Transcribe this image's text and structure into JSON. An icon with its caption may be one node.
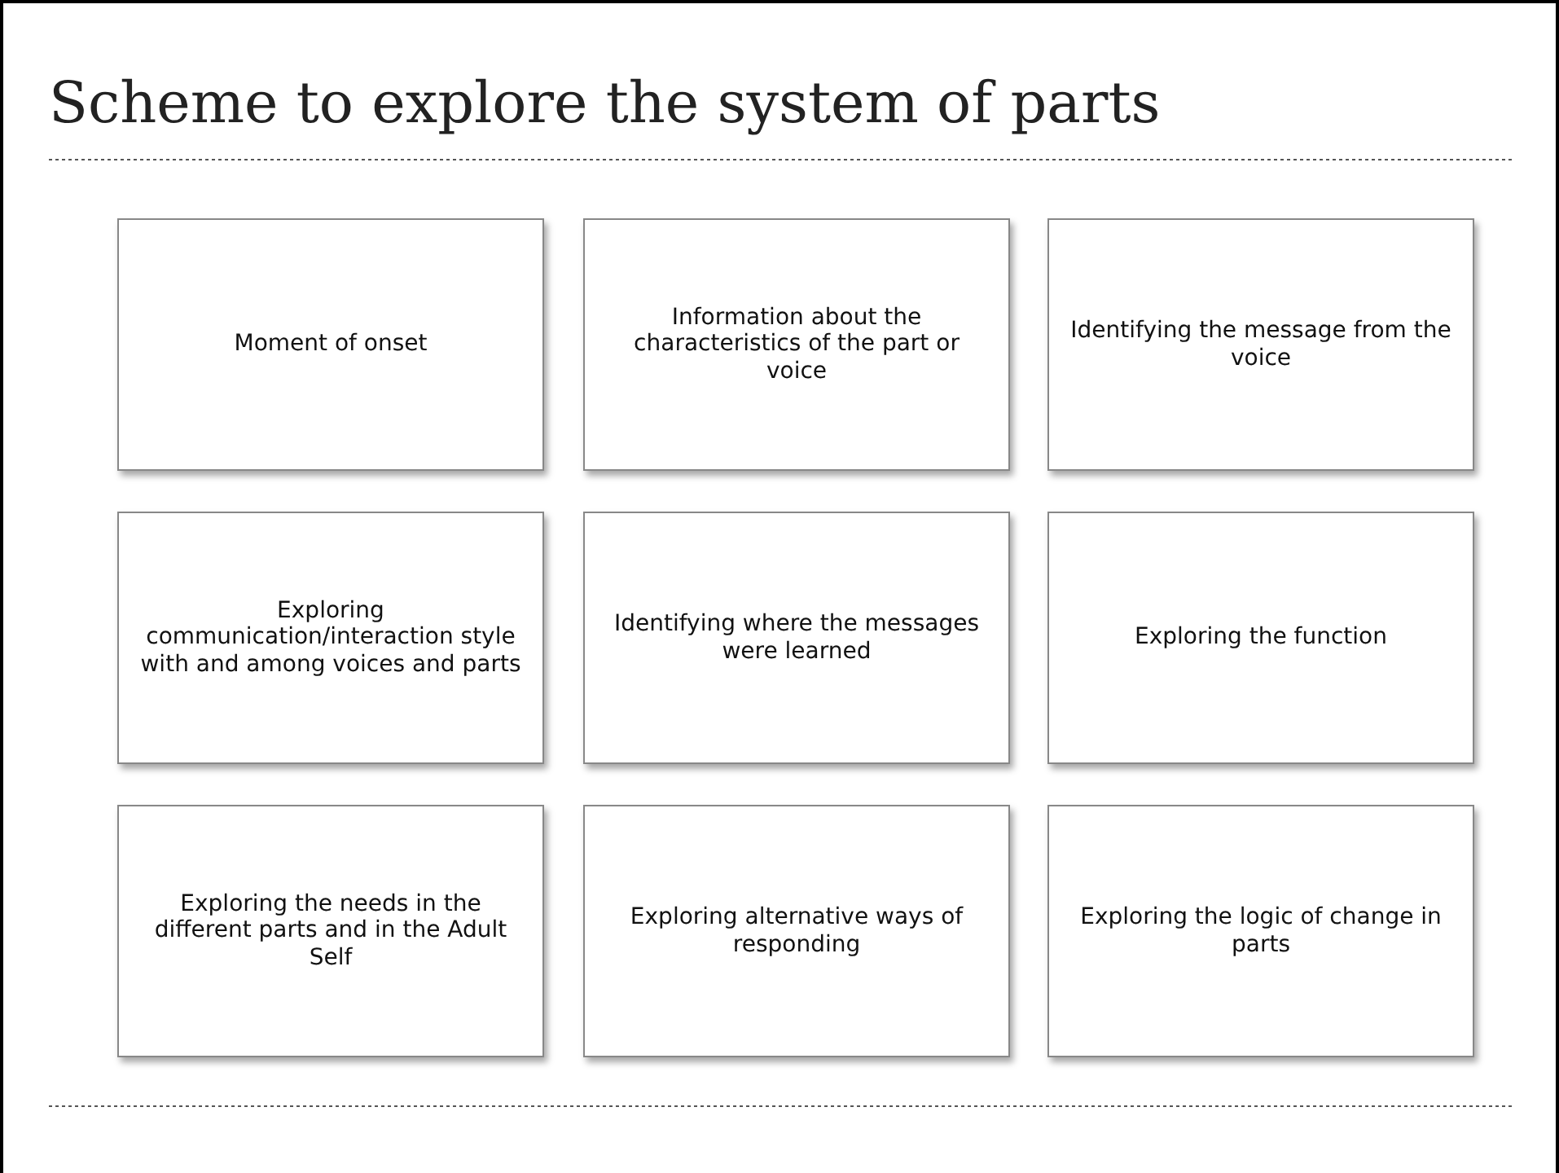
{
  "diagram": {
    "title": "Scheme to explore the system of parts",
    "nodes": [
      {
        "text": [
          "Moment of onset"
        ]
      },
      {
        "text": [
          "Information about the characteristics of the part or voice"
        ]
      },
      {
        "text": [
          "Identifying the message from the voice"
        ]
      },
      {
        "text": [
          "Exploring communication/interaction style with and among voices and parts"
        ]
      },
      {
        "text": [
          "Identifying where the messages were learned"
        ]
      },
      {
        "text": [
          "Exploring the function"
        ]
      },
      {
        "text": [
          "Exploring the needs in the different parts and in the Adult Self"
        ]
      },
      {
        "text": [
          "Exploring alternative ways of responding"
        ]
      },
      {
        "text": [
          "Exploring the logic of change in parts"
        ]
      }
    ]
  }
}
